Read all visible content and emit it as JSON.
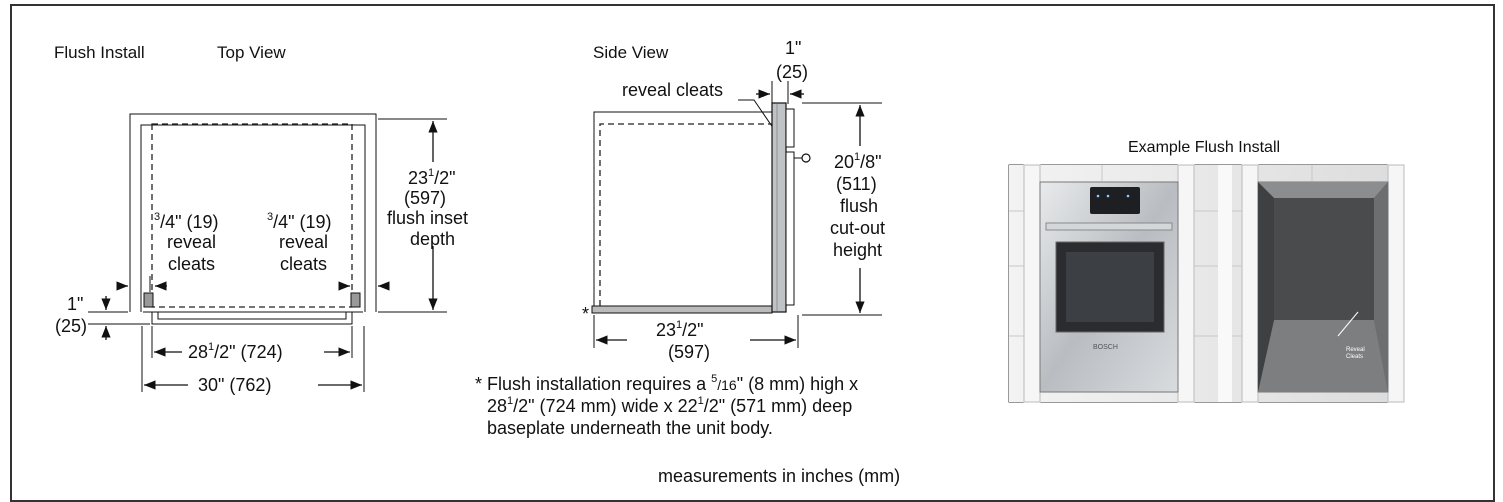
{
  "top_view": {
    "heading_left": "Flush Install",
    "heading_right": "Top View",
    "depth_line1": "23",
    "depth_sup": "1",
    "depth_sub": "/2\"",
    "depth_mm": "(597)",
    "depth_line3": "flush inset",
    "depth_line4": "depth",
    "left_cleat_sup": "3",
    "left_cleat_value": "/4\" (19)",
    "left_cleat_line2": "reveal",
    "left_cleat_line3": "cleats",
    "right_cleat_sup": "3",
    "right_cleat_value": "/4\" (19)",
    "right_cleat_line2": "reveal",
    "right_cleat_line3": "cleats",
    "offset_in": "1\"",
    "offset_mm": "(25)",
    "inner_width_whole": "28",
    "inner_width_sup": "1",
    "inner_width_rest": "/2\" (724)",
    "outer_width": "30\" (762)"
  },
  "side_view": {
    "heading": "Side View",
    "door_in": "1\"",
    "door_mm": "(25)",
    "cleat_label": "reveal cleats",
    "height_whole": "20",
    "height_sup": "1",
    "height_sub": "/8\"",
    "height_mm": "(511)",
    "height_line3": "flush",
    "height_line4": "cut-out",
    "height_line5": "height",
    "asterisk": "*",
    "depth_whole": "23",
    "depth_sup": "1",
    "depth_sub": "/2\"",
    "depth_mm": "(597)"
  },
  "note": {
    "line1_a": "* Flush installation requires a ",
    "line1_sup": "5",
    "line1_frac": "/16",
    "line1_b": "\" (8 mm) high x",
    "line2_a": "28",
    "line2_sup": "1",
    "line2_b": "/2\" (724 mm) wide x 22",
    "line2_sup2": "1",
    "line2_c": "/2\" (571 mm) deep",
    "line3": "baseplate underneath the unit body."
  },
  "example": {
    "title": "Example Flush Install",
    "brand": "BOSCH",
    "callout_line1": "Reveal",
    "callout_line2": "Cleats"
  },
  "footer": "measurements in inches (mm)"
}
